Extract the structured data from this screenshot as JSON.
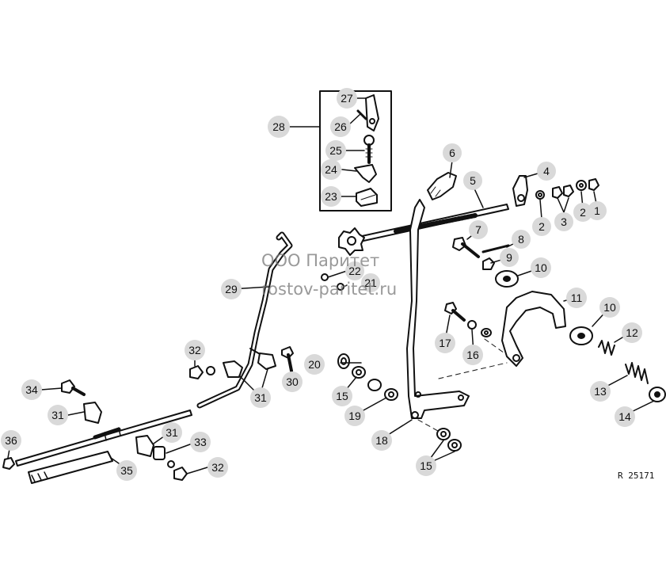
{
  "diagram": {
    "reference_code": "R 25171",
    "watermark": {
      "line1": "ООО Паритет",
      "line2": "rostov-paritet.ru"
    },
    "callouts": {
      "c1": "1",
      "c2a": "2",
      "c2b": "2",
      "c3": "3",
      "c4": "4",
      "c5": "5",
      "c6": "6",
      "c7": "7",
      "c8": "8",
      "c9": "9",
      "c10a": "10",
      "c10b": "10",
      "c11": "11",
      "c12": "12",
      "c13": "13",
      "c14": "14",
      "c15a": "15",
      "c15b": "15",
      "c16": "16",
      "c17": "17",
      "c18": "18",
      "c19": "19",
      "c20": "20",
      "c21": "21",
      "c22": "22",
      "c23": "23",
      "c24": "24",
      "c25": "25",
      "c26": "26",
      "c27": "27",
      "c28": "28",
      "c29": "29",
      "c30": "30",
      "c31a": "31",
      "c31b": "31",
      "c31c": "31",
      "c32a": "32",
      "c32b": "32",
      "c33": "33",
      "c34": "34",
      "c35": "35",
      "c36": "36"
    }
  }
}
